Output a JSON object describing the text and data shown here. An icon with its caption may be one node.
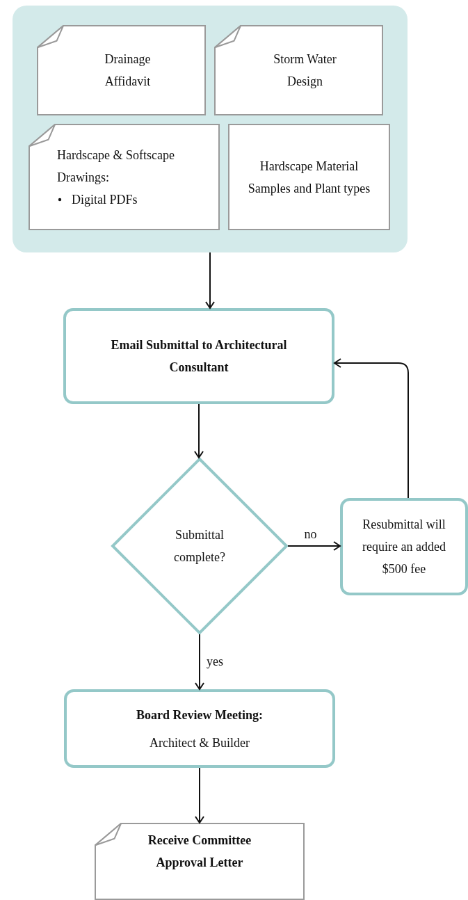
{
  "diagram": {
    "nodes": [
      {
        "text": [],
        "shape": "box"
      },
      {
        "text": [
          "Drainage Affidavit"
        ],
        "in": 0
      },
      {
        "text": [
          "Storm Water Design"
        ],
        "in": 0
      },
      {
        "text": [
          "Hardscape & Softscape Drawings:",
          "Digital PDFs"
        ],
        "in": 0
      },
      {
        "text": [
          "Hardscape Material Samples and Plant types"
        ],
        "in": 0
      },
      {
        "text": [
          "Email Submittal to Architectural Consultant"
        ]
      },
      {
        "text": [
          "Submittal complete?"
        ]
      },
      {
        "text": [
          "Resubmittal will require an added $500 fee"
        ]
      },
      {
        "text": [
          "Board Review Meeting:",
          "Architect & Builder"
        ]
      },
      {
        "text": [
          "Receive Committee Approval Letter"
        ]
      }
    ],
    "edges": [
      {
        "from": 0,
        "to": 5,
        "arrow": "to"
      },
      {
        "from": 5,
        "to": 6,
        "arrow": "to"
      },
      {
        "from": 6,
        "to": 7,
        "arrow": "to",
        "label": "no"
      },
      {
        "from": 7,
        "to": 5,
        "arrow": "to"
      },
      {
        "from": 6,
        "to": 8,
        "arrow": "to",
        "label": "yes"
      },
      {
        "from": 8,
        "to": 9,
        "arrow": "to"
      }
    ]
  }
}
